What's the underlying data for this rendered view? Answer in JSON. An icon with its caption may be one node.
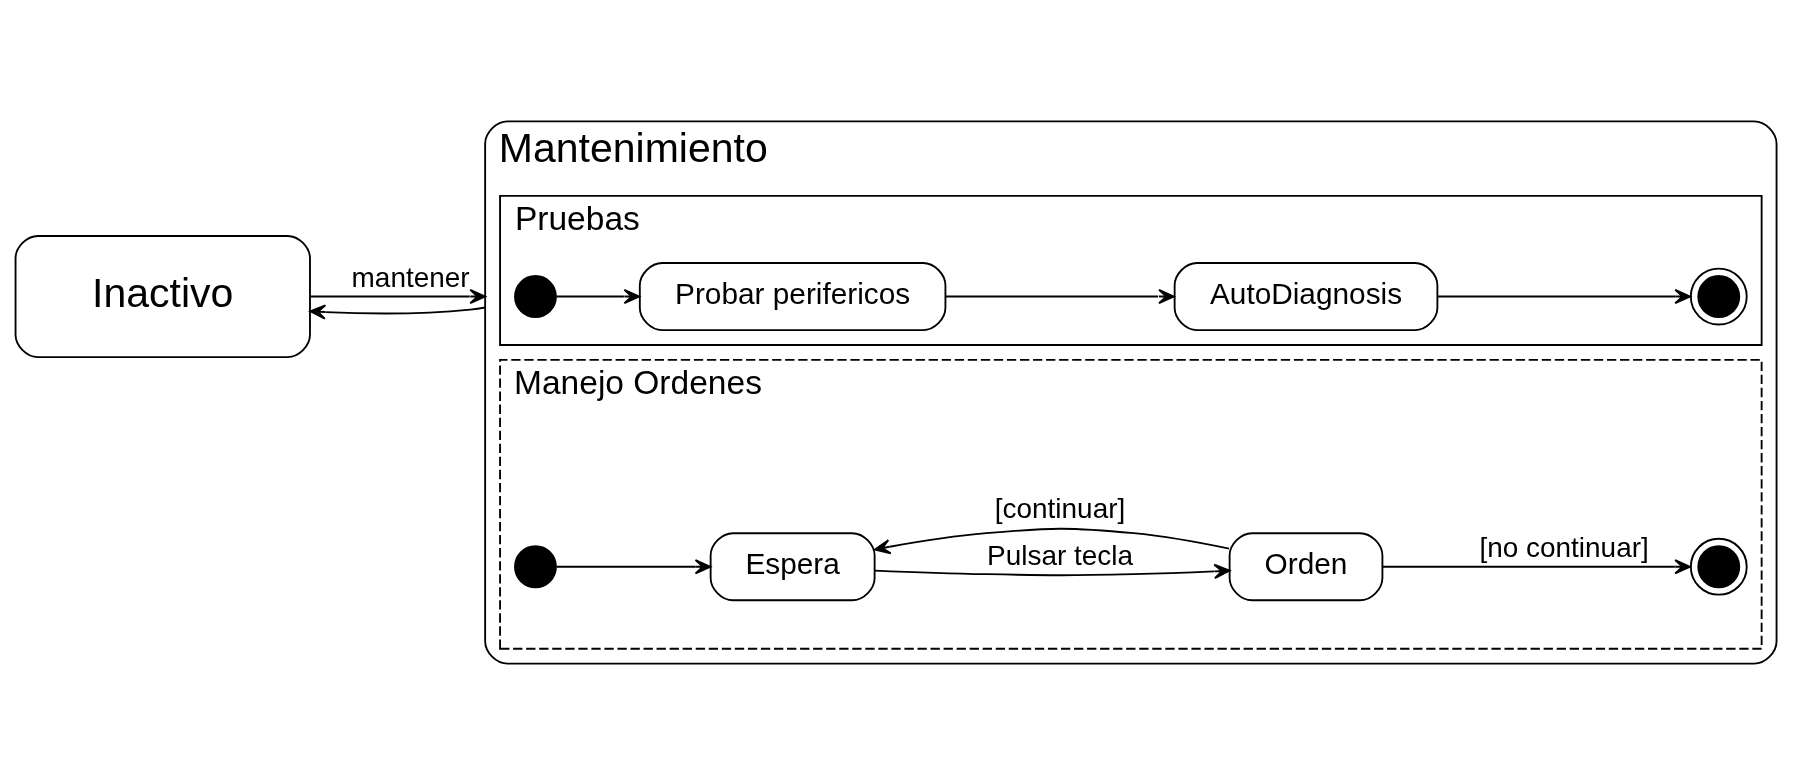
{
  "diagram": {
    "nodes": [
      {
        "text": [
          "Mantenimiento"
        ]
      },
      {
        "text": [
          "Inactivo"
        ]
      },
      {
        "text": [
          "Pruebas"
        ],
        "in": 0
      },
      {
        "text": [],
        "shape": "circle",
        "in": 2
      },
      {
        "text": [
          "Probar perifericos"
        ],
        "in": 2
      },
      {
        "text": [
          "AutoDiagnosis"
        ],
        "in": 2
      },
      {
        "text": [],
        "shape": "circle",
        "in": 2
      },
      {
        "text": [
          "Manejo Ordenes"
        ],
        "in": 0
      },
      {
        "text": [],
        "shape": "circle",
        "in": 7
      },
      {
        "text": [
          "Espera"
        ],
        "in": 7
      },
      {
        "text": [
          "Orden"
        ],
        "in": 7
      },
      {
        "text": [],
        "shape": "circle",
        "in": 7
      }
    ],
    "edges": [
      {
        "from": 1,
        "to": 0,
        "arrow": "to",
        "label": "mantener"
      },
      {
        "from": 0,
        "to": 1,
        "arrow": "to"
      },
      {
        "from": 3,
        "to": 4,
        "arrow": "to"
      },
      {
        "from": 4,
        "to": 5,
        "arrow": "to"
      },
      {
        "from": 5,
        "to": 6,
        "arrow": "to"
      },
      {
        "from": 8,
        "to": 9,
        "arrow": "to"
      },
      {
        "from": 9,
        "to": 10,
        "arrow": "to",
        "label": "Pulsar tecla"
      },
      {
        "from": 10,
        "to": 9,
        "arrow": "to",
        "label": "[continuar]"
      },
      {
        "from": 10,
        "to": 11,
        "arrow": "to",
        "label": "[no continuar]"
      }
    ]
  }
}
